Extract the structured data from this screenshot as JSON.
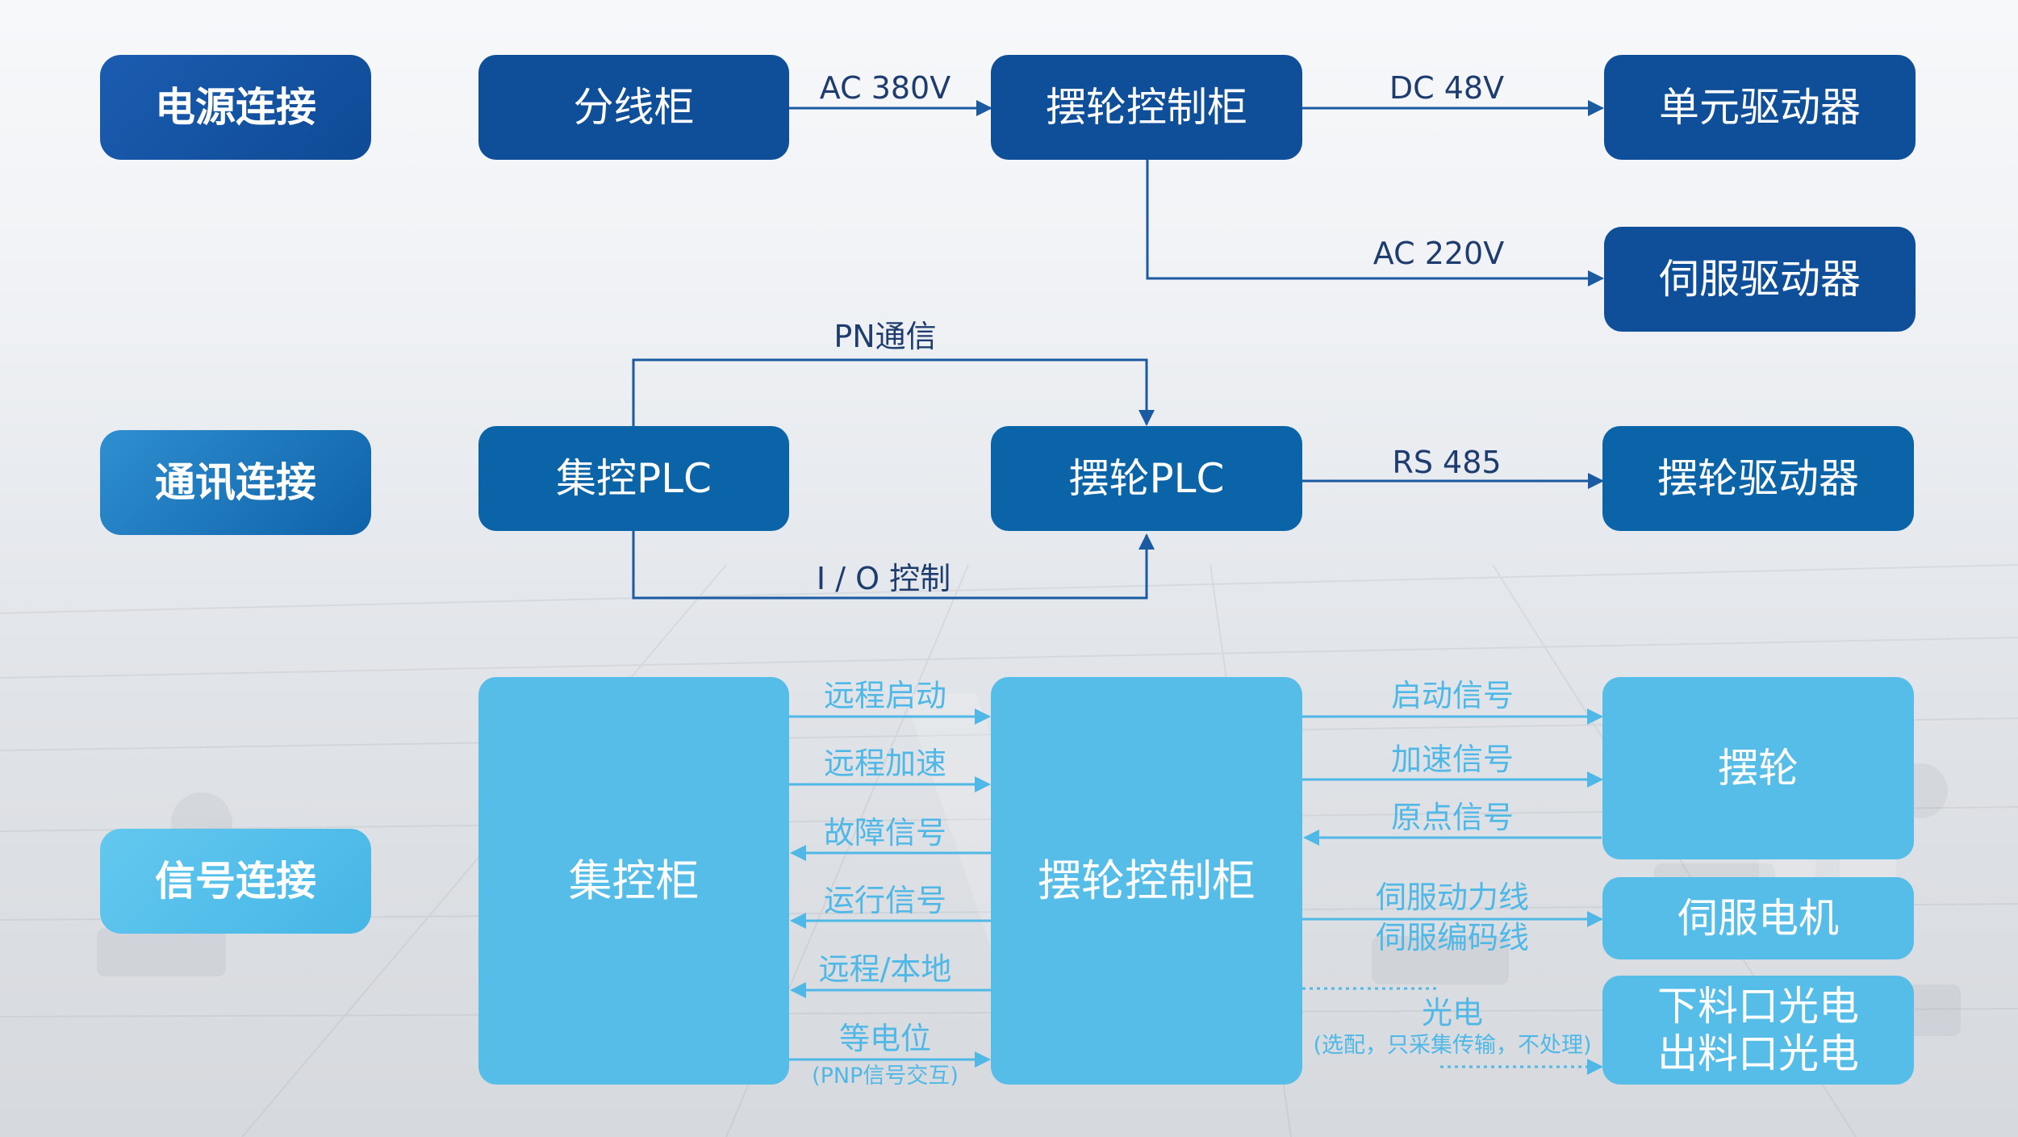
{
  "categories": {
    "power": "电源连接",
    "comm": "通讯连接",
    "signal": "信号连接"
  },
  "power": {
    "distribution_cabinet": "分线柜",
    "swing_control_cabinet": "摆轮控制柜",
    "unit_driver": "单元驱动器",
    "servo_driver": "伺服驱动器",
    "ac380": "AC 380V",
    "dc48": "DC 48V",
    "ac220": "AC 220V"
  },
  "comm": {
    "central_plc": "集控PLC",
    "swing_plc": "摆轮PLC",
    "swing_driver": "摆轮驱动器",
    "pn": "PN通信",
    "io": "I / O 控制",
    "rs485": "RS 485"
  },
  "signal": {
    "central_cabinet": "集控柜",
    "swing_control_cabinet": "摆轮控制柜",
    "swing_wheel": "摆轮",
    "servo_motor": "伺服电机",
    "photo_sensors": "下料口光电\n出料口光电",
    "left_signals": [
      {
        "label": "远程启动",
        "dir": "right"
      },
      {
        "label": "远程加速",
        "dir": "right"
      },
      {
        "label": "故障信号",
        "dir": "left"
      },
      {
        "label": "运行信号",
        "dir": "left"
      },
      {
        "label": "远程/本地",
        "dir": "left"
      },
      {
        "label": "等电位",
        "dir": "right"
      }
    ],
    "equipotential_note": "(PNP信号交互)",
    "right_signals": {
      "start": "启动信号",
      "accel": "加速信号",
      "origin": "原点信号",
      "servo_power": "伺服动力线",
      "servo_encoder": "伺服编码线",
      "photo": "光电",
      "photo_note": "(选配，只采集传输，不处理)"
    }
  },
  "colors": {
    "dark_blue": "#0f4f99",
    "mid_blue": "#0b64a8",
    "light_blue": "#56bde8",
    "dark_line": "#1a5aa0",
    "light_line": "#4fb8e6"
  }
}
